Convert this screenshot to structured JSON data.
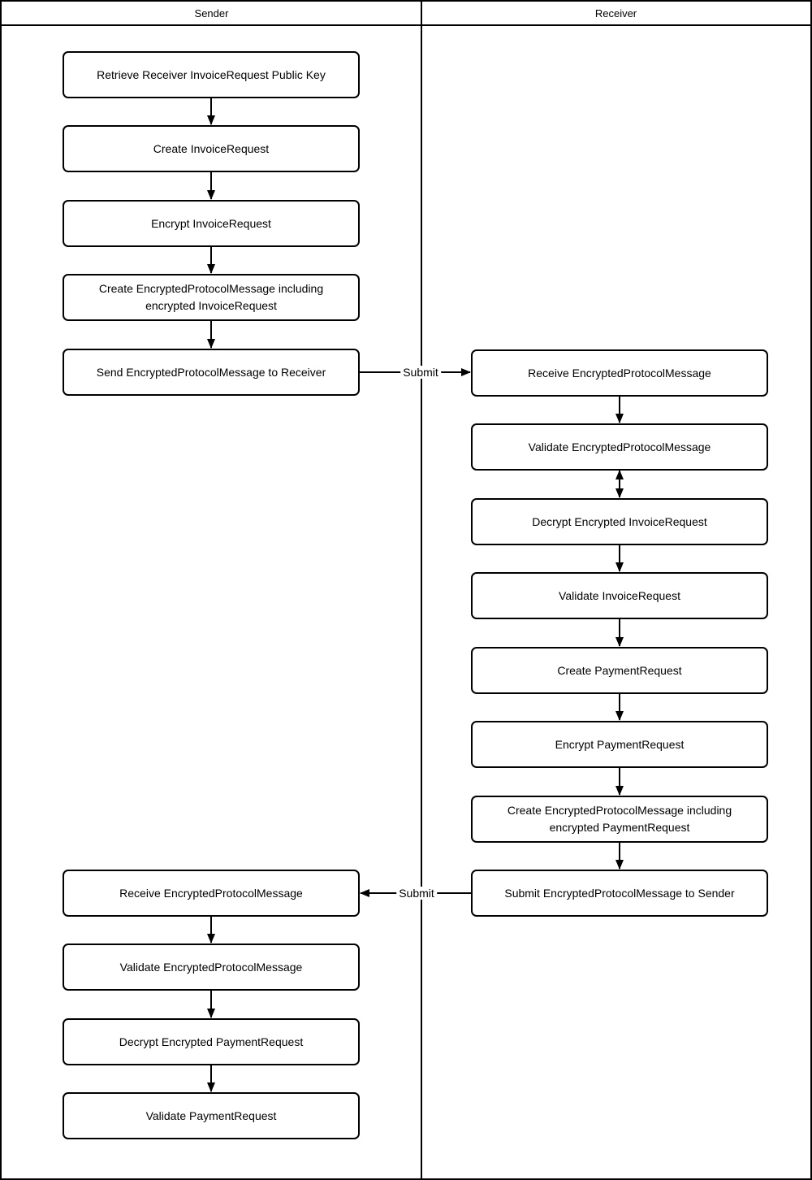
{
  "lanes": {
    "sender": "Sender",
    "receiver": "Receiver"
  },
  "nodes": {
    "sender": [
      {
        "label": "Retrieve Receiver InvoiceRequest Public Key"
      },
      {
        "label": "Create InvoiceRequest"
      },
      {
        "label": "Encrypt InvoiceRequest"
      },
      {
        "label": "Create EncryptedProtocolMessage including encrypted InvoiceRequest"
      },
      {
        "label": "Send EncryptedProtocolMessage to Receiver"
      },
      {
        "label": "Receive EncryptedProtocolMessage"
      },
      {
        "label": "Validate EncryptedProtocolMessage"
      },
      {
        "label": "Decrypt Encrypted PaymentRequest"
      },
      {
        "label": "Validate PaymentRequest"
      }
    ],
    "receiver": [
      {
        "label": "Receive EncryptedProtocolMessage"
      },
      {
        "label": "Validate EncryptedProtocolMessage"
      },
      {
        "label": "Decrypt Encrypted InvoiceRequest"
      },
      {
        "label": "Validate InvoiceRequest"
      },
      {
        "label": "Create PaymentRequest"
      },
      {
        "label": "Encrypt PaymentRequest"
      },
      {
        "label": "Create EncryptedProtocolMessage including encrypted PaymentRequest"
      },
      {
        "label": "Submit EncryptedProtocolMessage to Sender"
      }
    ]
  },
  "edges": {
    "submit_to_receiver": {
      "label": "Submit"
    },
    "submit_to_sender": {
      "label": "Submit"
    }
  },
  "colors": {
    "stroke": "#000000",
    "fill": "#ffffff",
    "text": "#000000"
  }
}
